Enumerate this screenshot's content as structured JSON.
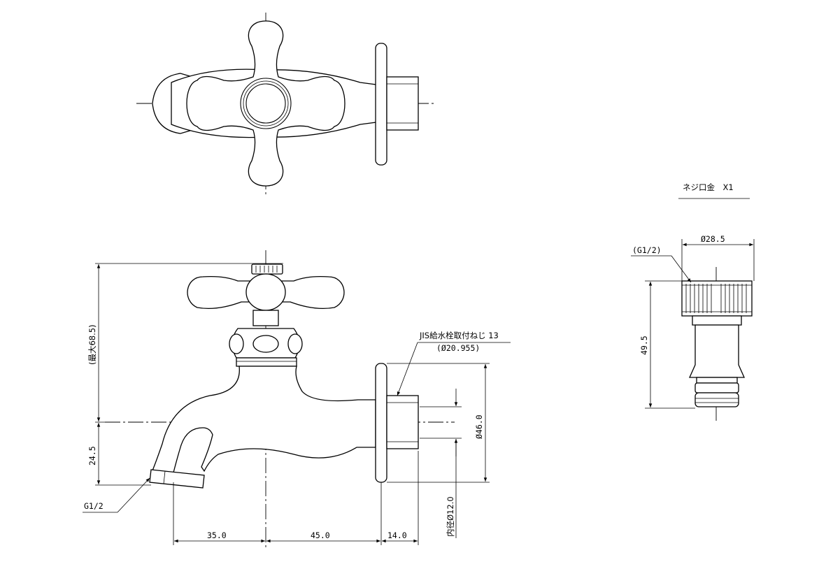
{
  "labels": {
    "accessory_title": "ネジ口金　X1",
    "acc_thread": "(G1/2)",
    "acc_diameter": "Ø28.5",
    "acc_height": "49.5",
    "jis_thread": "JIS給水栓取付ねじ 13",
    "jis_thread_size": "(Ø20.955)",
    "max_height": "(最大68.5)",
    "spout_height": "24.5",
    "flange_diameter": "Ø46.0",
    "inner_diameter": "内径Ø12.0",
    "outlet_thread": "G1/2",
    "dim_a": "35.0",
    "dim_b": "45.0",
    "dim_c": "14.0"
  }
}
